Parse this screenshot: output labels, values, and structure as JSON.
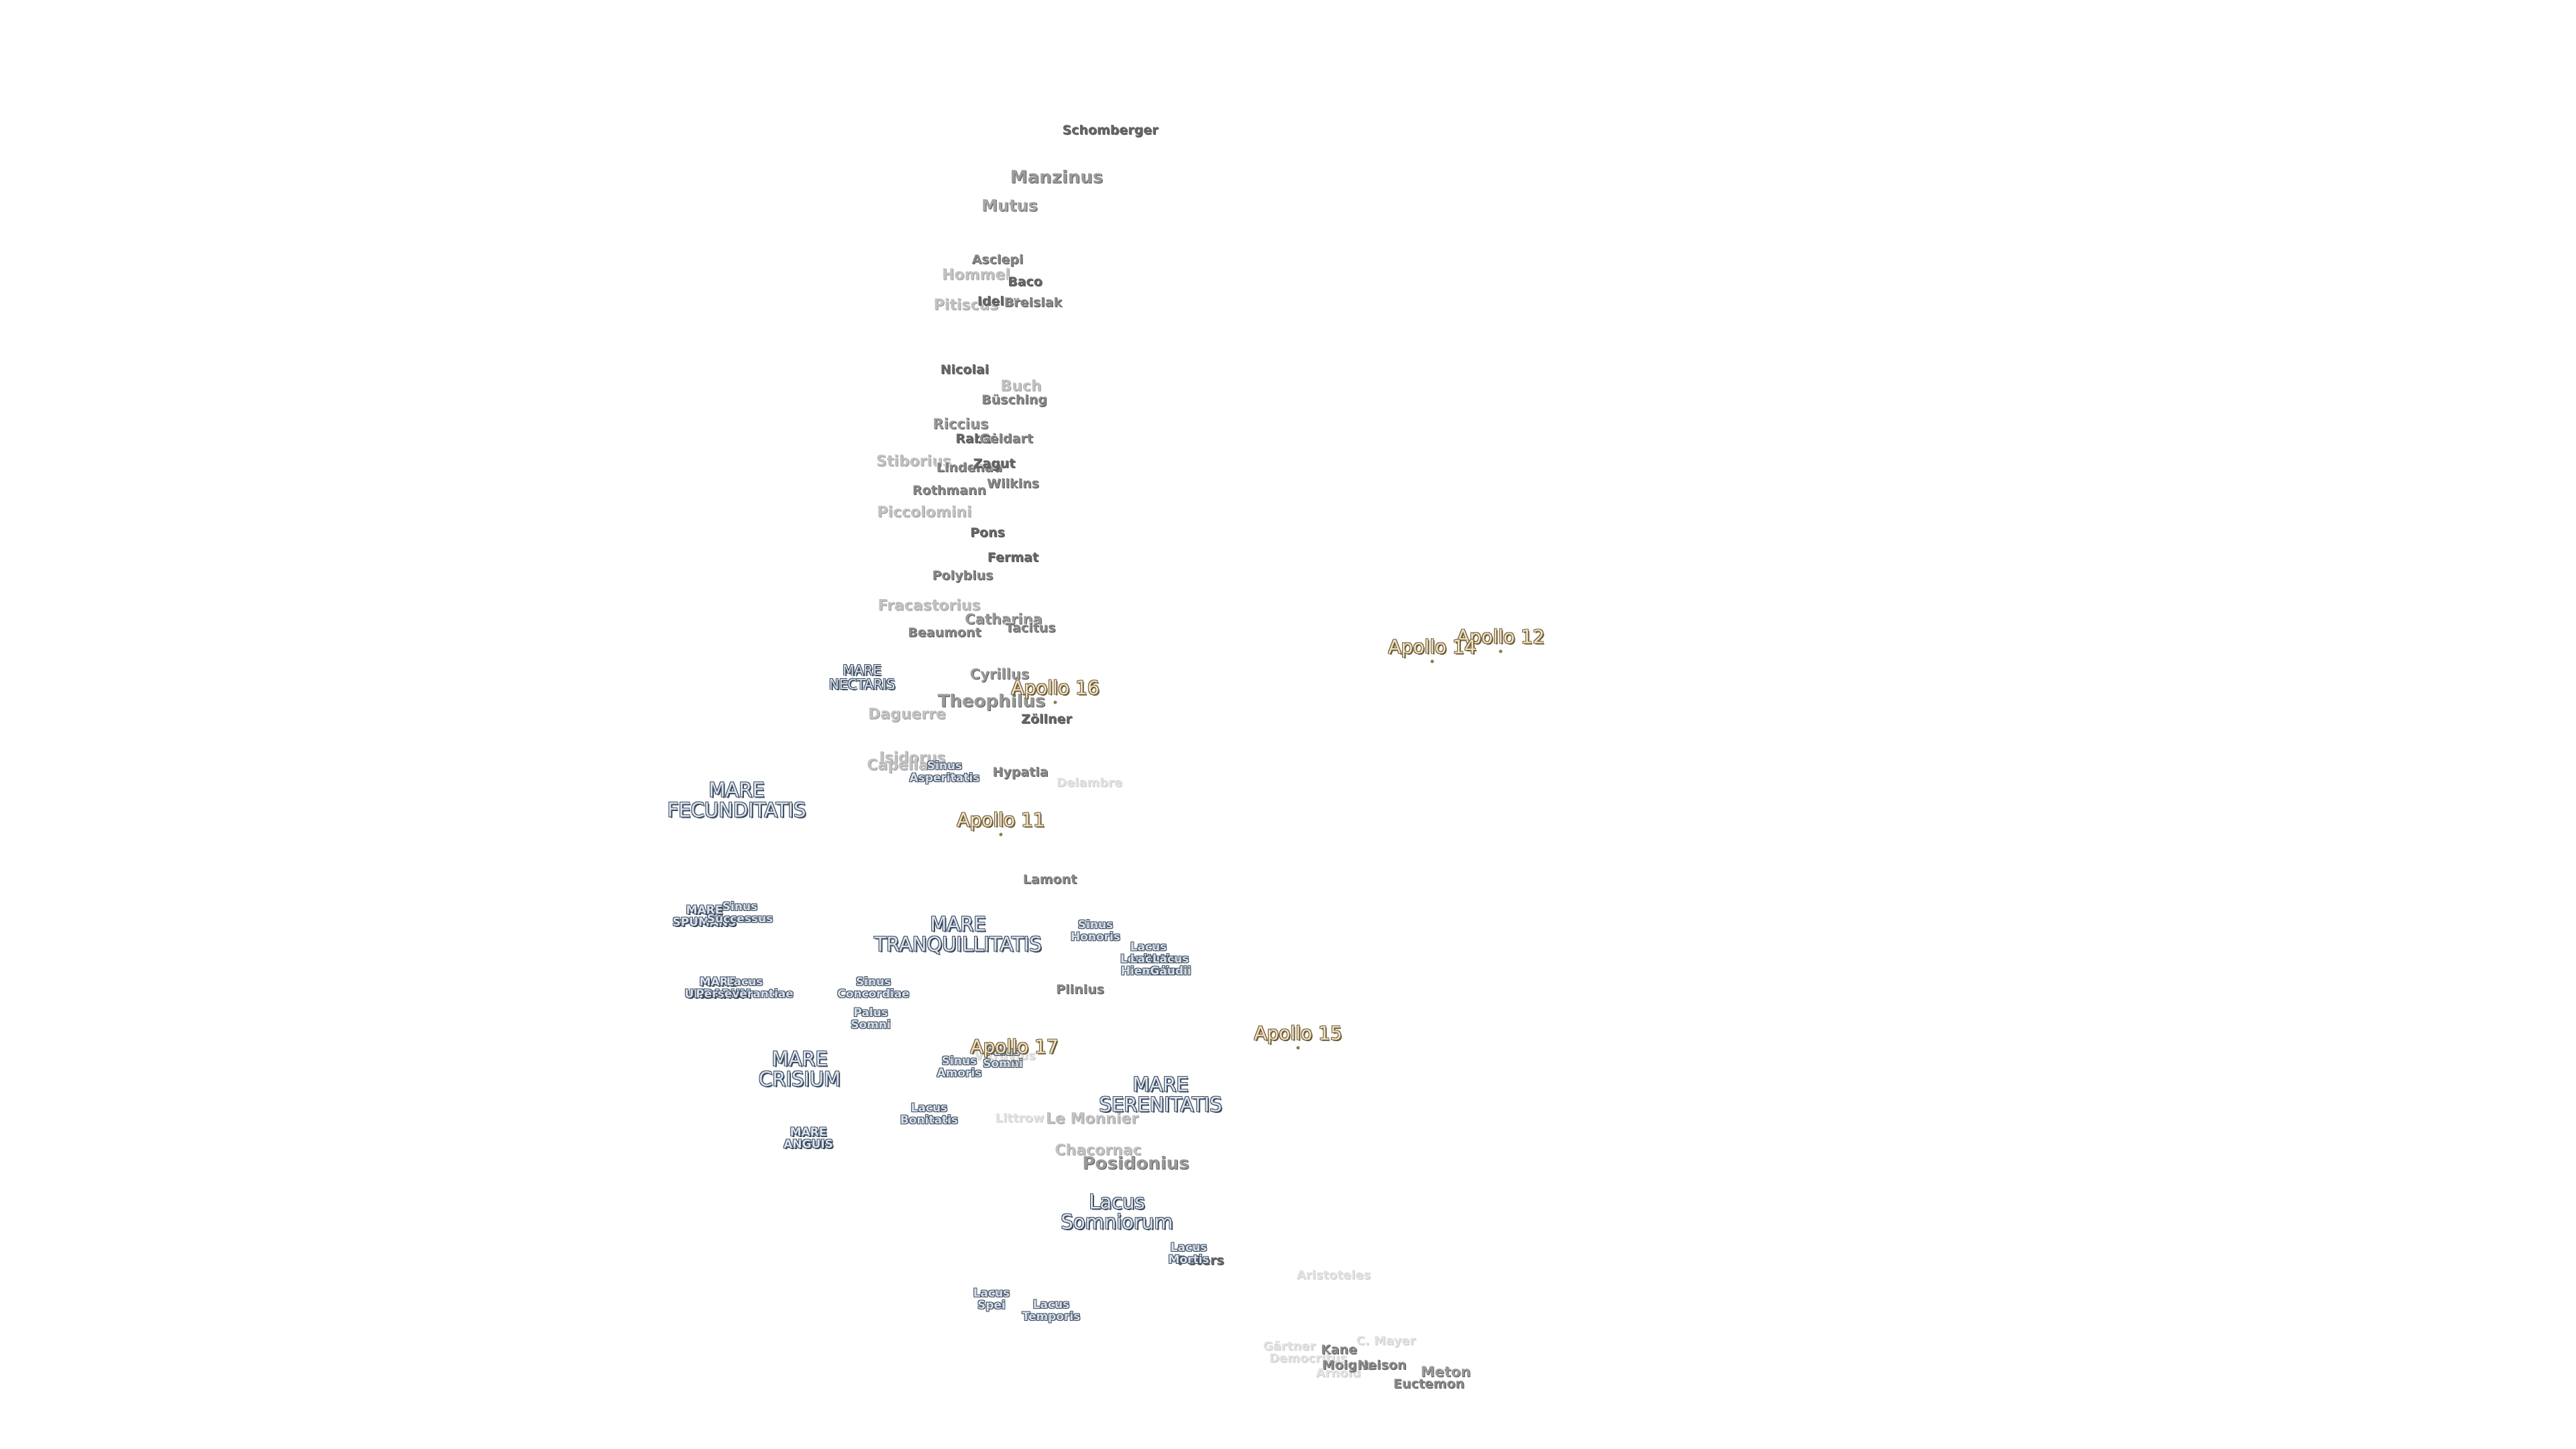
{
  "features": {
    "craters": [
      {
        "name": "Schomberger",
        "tone": "c-dark"
      },
      {
        "name": "Manzinus",
        "tone": "c-big"
      },
      {
        "name": "Mutus",
        "tone": "c-lg"
      },
      {
        "name": "Asclepi",
        "tone": ""
      },
      {
        "name": "Hommel",
        "tone": "c-light"
      },
      {
        "name": "Baco",
        "tone": "c-dark"
      },
      {
        "name": "Pitiscus",
        "tone": "c-light"
      },
      {
        "name": "Ideler",
        "tone": "c-dark"
      },
      {
        "name": "Breislak",
        "tone": ""
      },
      {
        "name": "Nicolai",
        "tone": "c-dark"
      },
      {
        "name": "Buch",
        "tone": "c-light"
      },
      {
        "name": "Büsching",
        "tone": ""
      },
      {
        "name": "Riccius",
        "tone": "c-mid"
      },
      {
        "name": "Rabbi",
        "tone": "c-dark"
      },
      {
        "name": "Geldart",
        "tone": ""
      },
      {
        "name": "Stiborius",
        "tone": "c-light"
      },
      {
        "name": "Lindenau",
        "tone": ""
      },
      {
        "name": "Zagut",
        "tone": "c-dark"
      },
      {
        "name": "Rothmann",
        "tone": ""
      },
      {
        "name": "Wilkins",
        "tone": ""
      },
      {
        "name": "Piccolomini",
        "tone": "c-light"
      },
      {
        "name": "Pons",
        "tone": "c-dark"
      },
      {
        "name": "Fermat",
        "tone": "c-dark"
      },
      {
        "name": "Polybius",
        "tone": ""
      },
      {
        "name": "Fracastorius",
        "tone": "c-light"
      },
      {
        "name": "Catharina",
        "tone": "c-mid"
      },
      {
        "name": "Tacitus",
        "tone": ""
      },
      {
        "name": "Beaumont",
        "tone": ""
      },
      {
        "name": "Cyrillus",
        "tone": "c-mid"
      },
      {
        "name": "Theophilus",
        "tone": "c-big"
      },
      {
        "name": "Zöllner",
        "tone": "c-dark"
      },
      {
        "name": "Daguerre",
        "tone": "c-light"
      },
      {
        "name": "Isidorus",
        "tone": "c-light"
      },
      {
        "name": "Capella",
        "tone": "c-light"
      },
      {
        "name": "Hypatia",
        "tone": ""
      },
      {
        "name": "Delambre",
        "tone": "c-faint"
      },
      {
        "name": "Lamont",
        "tone": ""
      },
      {
        "name": "Plinius",
        "tone": ""
      },
      {
        "name": "Vitruvius",
        "tone": "c-faint"
      },
      {
        "name": "Littrow",
        "tone": "c-faint"
      },
      {
        "name": "Le Monnier",
        "tone": "c-light"
      },
      {
        "name": "Chacornac",
        "tone": "c-light"
      },
      {
        "name": "Posidonius",
        "tone": "c-big"
      },
      {
        "name": "Aristoteles",
        "tone": "c-faint"
      },
      {
        "name": "Gärtner",
        "tone": "c-faint"
      },
      {
        "name": "C. Mayer",
        "tone": "c-faint"
      },
      {
        "name": "Democritus",
        "tone": "c-faint"
      },
      {
        "name": "Kane",
        "tone": ""
      },
      {
        "name": "Arnold",
        "tone": "c-faint"
      },
      {
        "name": "Moigno",
        "tone": ""
      },
      {
        "name": "Peters",
        "tone": "c-dark"
      },
      {
        "name": "Neison",
        "tone": ""
      },
      {
        "name": "Meton",
        "tone": "c-mid"
      },
      {
        "name": "Euctemon",
        "tone": ""
      }
    ],
    "maria": [
      {
        "line1": "MARE",
        "line2": "NECTARIS",
        "size": "m-sm"
      },
      {
        "line1": "MARE",
        "line2": "FECUNDITATIS",
        "size": ""
      },
      {
        "line1": "MARE",
        "line2": "TRANQUILLITATIS",
        "size": ""
      },
      {
        "line1": "MARE",
        "line2": "CRISIUM",
        "size": ""
      },
      {
        "line1": "MARE",
        "line2": "SERENITATIS",
        "size": ""
      },
      {
        "line1": "Lacus",
        "line2": "Somniorum",
        "size": ""
      },
      {
        "line1": "MARE",
        "line2": "SPUMANS",
        "size": "m-xs"
      },
      {
        "line1": "MARE",
        "line2": "UNDARUM",
        "size": "m-xs"
      },
      {
        "line1": "MARE",
        "line2": "ANGUIS",
        "size": "m-xs"
      }
    ],
    "small": [
      {
        "line1": "Sinus",
        "line2": "Asperitatis"
      },
      {
        "line1": "Sinus",
        "line2": "Successus"
      },
      {
        "line1": "Lacus",
        "line2": "Perseverantiae"
      },
      {
        "line1": "Sinus",
        "line2": "Concordiae"
      },
      {
        "line1": "Palus",
        "line2": "Somni"
      },
      {
        "line1": "Sinus",
        "line2": "Honoris"
      },
      {
        "line1": "Lacus",
        "line2": "Lenitatis"
      },
      {
        "line1": "Lacus",
        "line2": "Hiemalis"
      },
      {
        "line1": "Lacus",
        "line2": "Gaudii"
      },
      {
        "line1": "Sinus",
        "line2": "Amoris"
      },
      {
        "line1": "Lacus",
        "line2": "Bonitatis"
      },
      {
        "line1": "Palus",
        "line2": "Somni"
      },
      {
        "line1": "Lacus",
        "line2": "Mortis"
      },
      {
        "line1": "Lacus",
        "line2": "Spei"
      },
      {
        "line1": "Lacus",
        "line2": "Temporis"
      }
    ],
    "apollo": [
      {
        "name": "Apollo 12"
      },
      {
        "name": "Apollo 14"
      },
      {
        "name": "Apollo 16"
      },
      {
        "name": "Apollo 11"
      },
      {
        "name": "Apollo 17"
      },
      {
        "name": "Apollo 15"
      }
    ]
  }
}
